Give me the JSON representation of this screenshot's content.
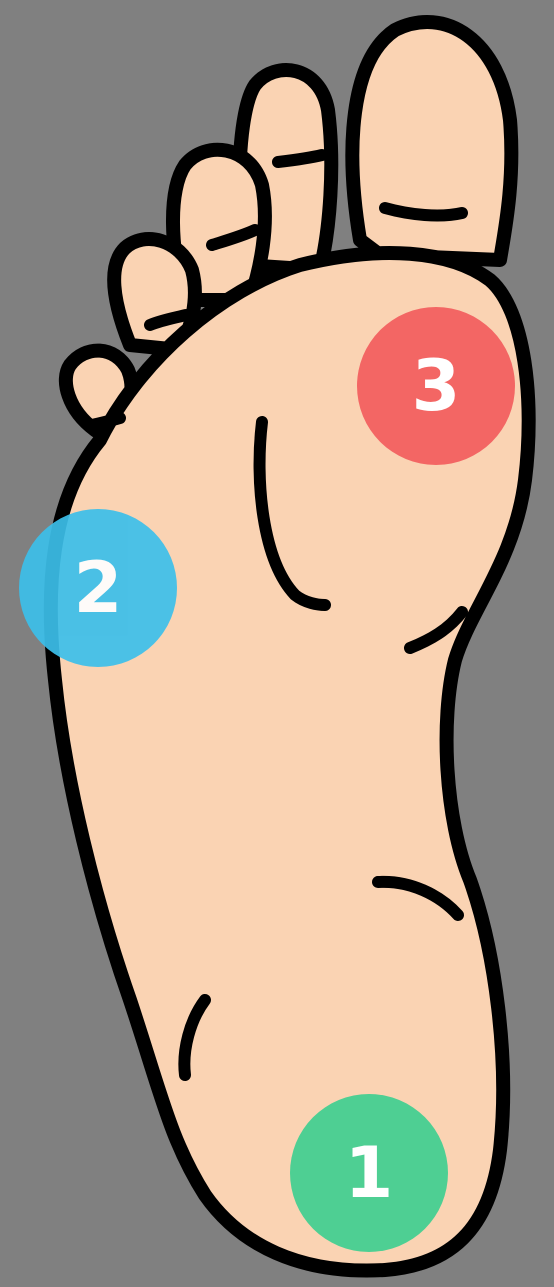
{
  "markers": [
    {
      "label": "1",
      "color": "#4ecf93"
    },
    {
      "label": "2",
      "color": "#3cbfea"
    },
    {
      "label": "3",
      "color": "#f36664"
    }
  ],
  "colors": {
    "background": "#808080",
    "skin": "#fad3b3",
    "outline": "#000000"
  }
}
